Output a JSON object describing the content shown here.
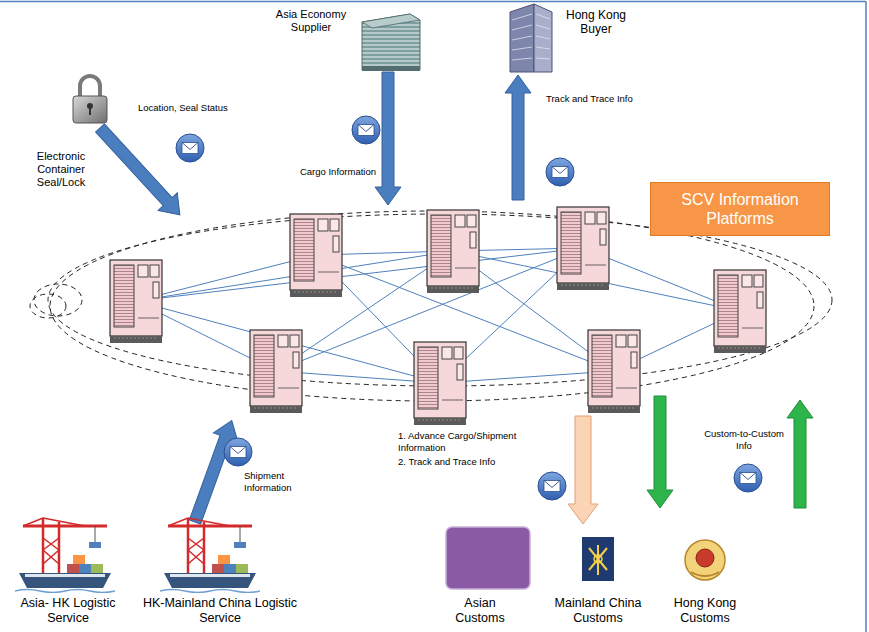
{
  "diagram": {
    "nodes": [
      {
        "text": [
          "Electronic Container Seal/Lock"
        ]
      },
      {
        "text": [
          "Asia Economy Supplier"
        ]
      },
      {
        "text": [
          "Hong Kong Buyer"
        ]
      },
      {
        "text": [
          "SCV Information Platforms"
        ]
      },
      {
        "text": [
          "Asia- HK Logistic Service"
        ]
      },
      {
        "text": [
          "HK-Mainland China Logistic Service"
        ]
      },
      {
        "text": [
          "Asian Customs"
        ]
      },
      {
        "text": [
          "Mainland China Customs"
        ]
      },
      {
        "text": [
          "Hong Kong Customs"
        ]
      }
    ],
    "labels": [
      "Location, Seal Status",
      "Cargo Information",
      "Track and Trace Info",
      "Shipment Information",
      "1. Advance Cargo/Shipment Information",
      "2. Track and Trace Info",
      "Custom-to-Custom Info"
    ]
  }
}
